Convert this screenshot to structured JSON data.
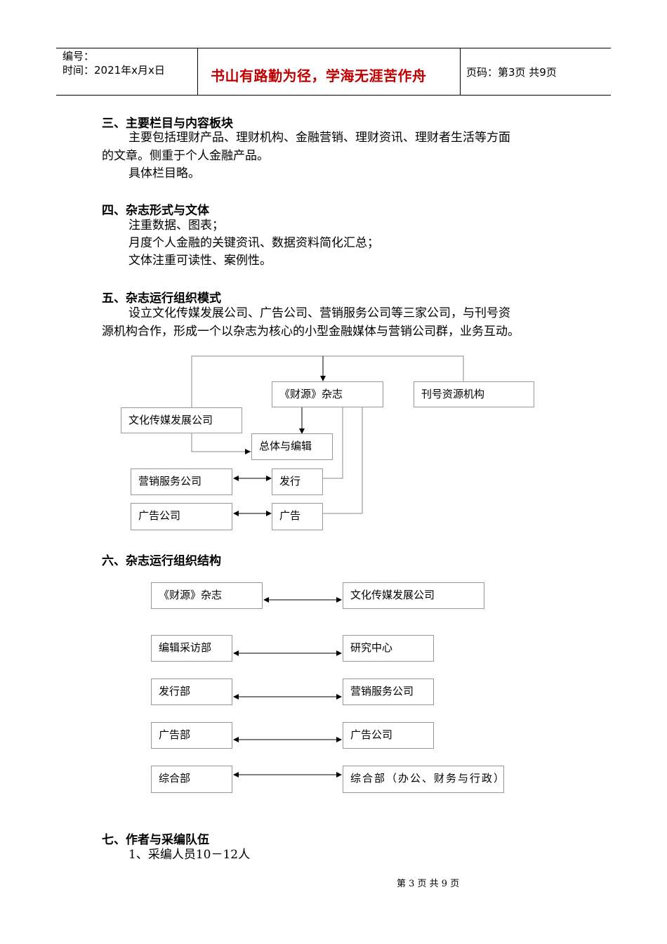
{
  "header": {
    "number_label": "编号：",
    "time_label": "时间：2021年x月x日",
    "motto": "书山有路勤为径，学海无涯苦作舟",
    "page_label": "页码：第3页  共9页"
  },
  "section3": {
    "heading": "三、主要栏目与内容板块",
    "para1_line1": "主要包括理财产品、理财机构、金融营销、理财资讯、理财者生活等方面",
    "para1_line2": "的文章。侧重于个人金融产品。",
    "para2": "具体栏目略。"
  },
  "section4": {
    "heading": "四、杂志形式与文体",
    "lines": [
      "注重数据、图表；",
      "月度个人金融的关键资讯、数据资料简化汇总；",
      "文体注重可读性、案例性。"
    ]
  },
  "section5": {
    "heading": "五、杂志运行组织模式",
    "para_line1": "设立文化传媒发展公司、广告公司、营销服务公司等三家公司，与刊号资",
    "para_line2": "源机构合作，形成一个以杂志为核心的小型金融媒体与营销公司群，业务互动。",
    "diagram": {
      "magazine": "《财源》杂志",
      "issuer": "刊号资源机构",
      "culture_company": "文化传媒发展公司",
      "general_editor": "总体与编辑",
      "marketing_company": "营销服务公司",
      "distribution": "发行",
      "ad_company": "广告公司",
      "advertising": "广告"
    }
  },
  "section6": {
    "heading": "六、杂志运行组织结构",
    "rows": [
      {
        "left": "《财源》杂志",
        "right": "文化传媒发展公司"
      },
      {
        "left": "编辑采访部",
        "right": "研究中心"
      },
      {
        "left": "发行部",
        "right": "营销服务公司"
      },
      {
        "left": "广告部",
        "right": "广告公司"
      },
      {
        "left": "综合部",
        "right": "综合部（办公、财务与行政）"
      }
    ]
  },
  "section7": {
    "heading": "七、作者与采编队伍",
    "line1": "1、采编人员10－12人"
  },
  "footer": {
    "page": "第 3 页 共 9 页"
  }
}
